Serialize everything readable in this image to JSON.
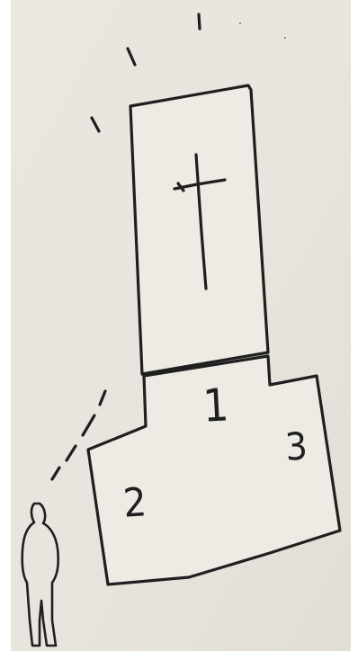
{
  "labels": {
    "zone_1": "1",
    "zone_2": "2",
    "zone_3": "3"
  },
  "icons": {
    "cross": "cross-icon",
    "person": "person-icon",
    "light_rays": "light-ray-icon"
  },
  "colors": {
    "paper": "#e9e6df",
    "ink": "#1f1f1f",
    "shape_fill": "#eeebe5"
  }
}
